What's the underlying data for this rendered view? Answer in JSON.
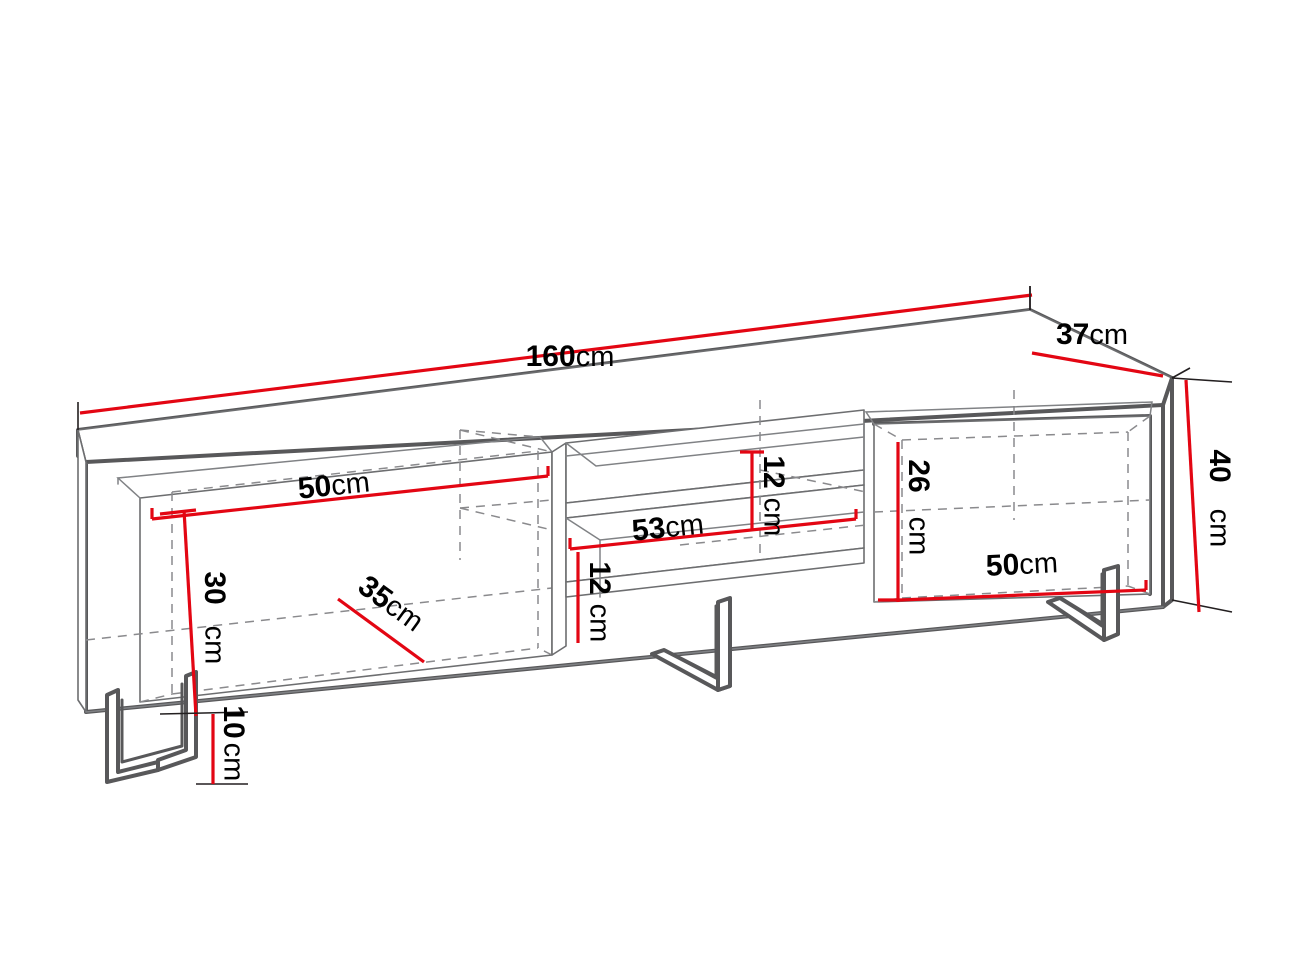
{
  "drawing": {
    "title": "TV Cabinet Dimension Drawing",
    "product_type": "tv-stand",
    "unit": "cm",
    "colors": {
      "dimension_line": "#e30613",
      "outline": "#58585a",
      "hidden_line": "#8a8a8d",
      "background": "#ffffff",
      "text": "#000000"
    }
  },
  "dimensions": {
    "overall_width": {
      "value": "160",
      "unit": "cm",
      "label": "160cm",
      "orientation": "horizontal",
      "region": "top-front-edge"
    },
    "overall_depth": {
      "value": "37",
      "unit": "cm",
      "label": "37cm",
      "orientation": "diagonal",
      "region": "top-right-side"
    },
    "overall_height": {
      "value": "40",
      "unit": "cm",
      "label": "40cm",
      "orientation": "vertical",
      "region": "right-side"
    },
    "left_compartment_width": {
      "value": "50",
      "unit": "cm",
      "label": "50cm",
      "orientation": "horizontal",
      "region": "left-section"
    },
    "left_compartment_height": {
      "value": "30",
      "unit": "cm",
      "label": "30cm",
      "orientation": "vertical",
      "region": "left-section"
    },
    "internal_depth": {
      "value": "35",
      "unit": "cm",
      "label": "35cm",
      "orientation": "diagonal",
      "region": "left-section-interior"
    },
    "middle_shelf_width": {
      "value": "53",
      "unit": "cm",
      "label": "53cm",
      "orientation": "horizontal",
      "region": "middle-section"
    },
    "middle_upper_shelf_height": {
      "value": "12",
      "unit": "cm",
      "label": "12cm",
      "orientation": "vertical",
      "region": "middle-upper-shelf"
    },
    "middle_lower_shelf_height": {
      "value": "12",
      "unit": "cm",
      "label": "12cm",
      "orientation": "vertical",
      "region": "middle-lower-shelf"
    },
    "right_compartment_width": {
      "value": "50",
      "unit": "cm",
      "label": "50cm",
      "orientation": "horizontal",
      "region": "right-section"
    },
    "right_compartment_height": {
      "value": "26",
      "unit": "cm",
      "label": "26cm",
      "orientation": "vertical",
      "region": "right-section"
    },
    "leg_height": {
      "value": "10",
      "unit": "cm",
      "label": "10cm",
      "orientation": "vertical",
      "region": "bottom-left-leg"
    }
  },
  "labels": {
    "w160_num": "160",
    "w160_unit": "cm",
    "d37_num": "37",
    "d37_unit": "cm",
    "h40_num": "40",
    "h40_unit": "cm",
    "leftw50_num": "50",
    "leftw50_unit": "cm",
    "lefth30_num": "30",
    "lefth30_unit": "cm",
    "depth35_num": "35",
    "depth35_unit": "cm",
    "mid53_num": "53",
    "mid53_unit": "cm",
    "mid12a_num": "12",
    "mid12a_unit": "cm",
    "mid12b_num": "12",
    "mid12b_unit": "cm",
    "rightw50_num": "50",
    "rightw50_unit": "cm",
    "righth26_num": "26",
    "righth26_unit": "cm",
    "leg10_num": "10",
    "leg10_unit": "cm"
  },
  "parts": {
    "left_compartment": "left-open-compartment",
    "middle_upper_shelf": "middle-upper-open-shelf",
    "middle_lower_shelf": "middle-lower-open-shelf",
    "right_compartment": "right-door-compartment",
    "leg_left": "metal-bracket-leg-left",
    "leg_center": "metal-bracket-leg-center",
    "leg_right": "metal-bracket-leg-right",
    "top_panel": "cabinet-top-panel"
  }
}
